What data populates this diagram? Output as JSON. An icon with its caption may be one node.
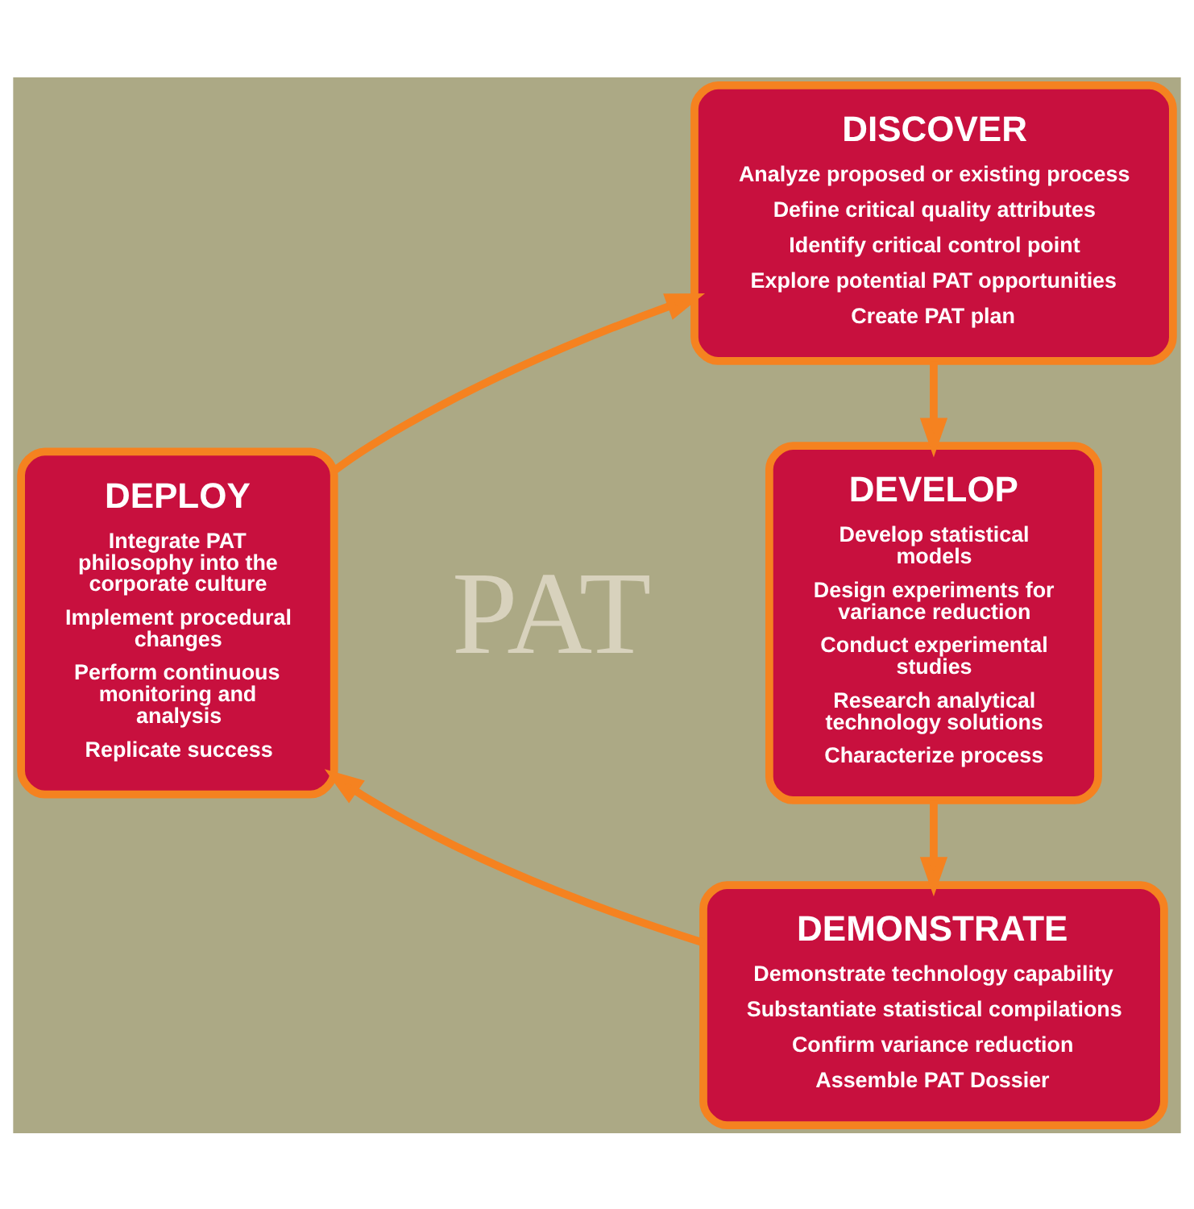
{
  "diagram": {
    "nodes": [
      {
        "text": [
          "DISCOVER",
          "Analyze proposed or existing process",
          "Define critical quality attributes",
          "Identify critical control point",
          "Explore potential PAT opportunities",
          "Create PAT plan"
        ]
      },
      {
        "text": [
          "DEPLOY",
          "Integrate PAT philosophy into the corporate culture",
          "Implement procedural changes",
          "Perform continuous monitoring and analysis",
          "Replicate success"
        ]
      },
      {
        "text": [
          "DEVELOP",
          "Develop statistical models",
          "Design experiments for variance reduction",
          "Conduct experimental studies",
          "Research analytical technology solutions",
          "Characterize process"
        ]
      },
      {
        "text": [
          "DEMONSTRATE",
          "Demonstrate technology capability",
          "Substantiate statistical compilations",
          "Confirm variance reduction",
          "Assemble PAT Dossier"
        ]
      }
    ],
    "edges": [
      {
        "from": 0,
        "to": 2,
        "arrow": "to"
      },
      {
        "from": 2,
        "to": 3,
        "arrow": "to"
      },
      {
        "from": 3,
        "to": 1,
        "arrow": "to"
      },
      {
        "from": 1,
        "to": 0,
        "arrow": "to"
      }
    ],
    "labels": [
      "PAT"
    ]
  }
}
